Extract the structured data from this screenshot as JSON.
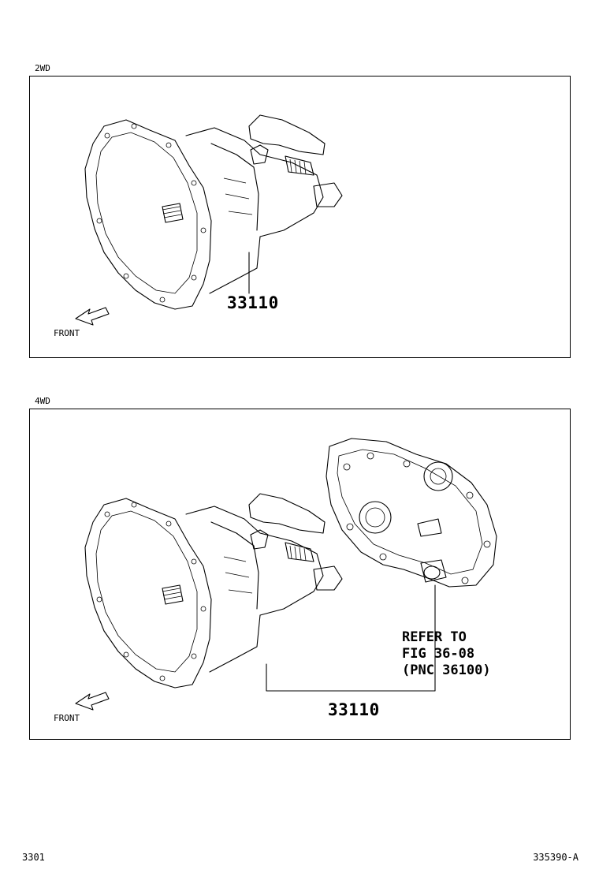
{
  "panels": [
    {
      "label": "2WD",
      "part_number": "33110",
      "front_label": "FRONT"
    },
    {
      "label": "4WD",
      "part_number": "33110",
      "front_label": "FRONT",
      "refer_note": [
        "REFER TO",
        "FIG 36-08",
        "(PNC 36100)"
      ]
    }
  ],
  "footer": {
    "left": "3301",
    "right": "335390-A"
  },
  "icons": [
    "front-arrow-icon",
    "transmission-illustration",
    "transfer-case-illustration"
  ]
}
